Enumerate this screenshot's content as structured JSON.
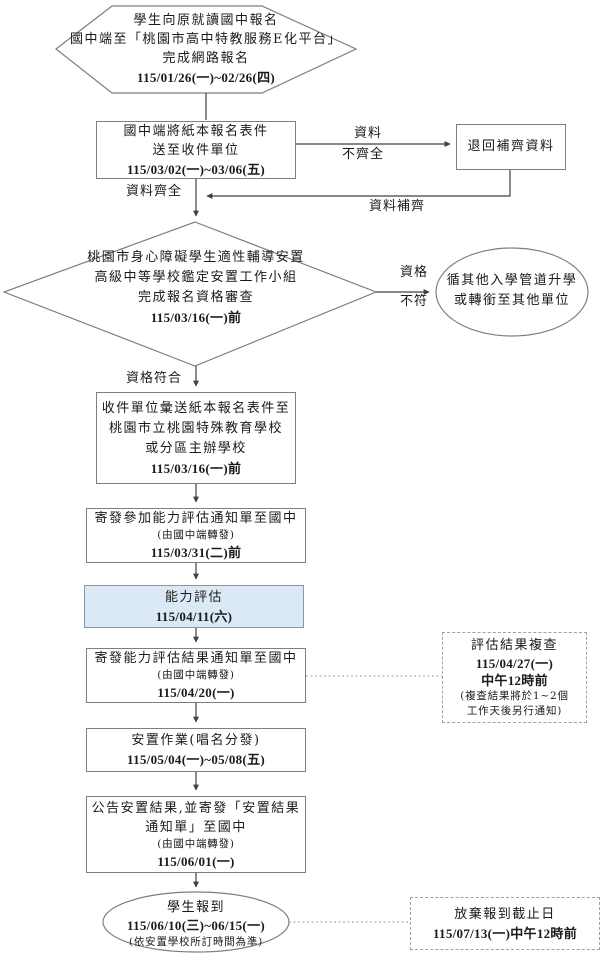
{
  "flow": {
    "register": {
      "line1": "學生向原就讀國中報名",
      "line2": "國中端至「桃園市高中特教服務E化平台」",
      "line3": "完成網路報名",
      "date": "115/01/26(一)~02/26(四)"
    },
    "submit_paper": {
      "line1": "國中端將紙本報名表件",
      "line2": "送至收件單位",
      "date": "115/03/02(一)~03/06(五)"
    },
    "return_docs": {
      "line1": "退回補齊資料"
    },
    "review": {
      "line1": "桃園市身心障礙學生適性輔導安置",
      "line2": "高級中等學校鑑定安置工作小組",
      "line3": "完成報名資格審查",
      "date": "115/03/16(一)前"
    },
    "other_path": {
      "line1": "循其他入學管道升學",
      "line2": "或轉銜至其他單位"
    },
    "forward_docs": {
      "line1": "收件單位彙送紙本報名表件至",
      "line2": "桃園市立桃園特殊教育學校",
      "line3": "或分區主辦學校",
      "date": "115/03/16(一)前"
    },
    "eval_notice": {
      "line1": "寄發參加能力評估通知單至國中",
      "note": "(由國中端轉發)",
      "date": "115/03/31(二)前"
    },
    "ability_eval": {
      "line1": "能力評估",
      "date": "115/04/11(六)"
    },
    "eval_result": {
      "line1": "寄發能力評估結果通知單至國中",
      "note": "(由國中端轉發)",
      "date": "115/04/20(一)"
    },
    "recheck": {
      "line1": "評估結果複查",
      "date1": "115/04/27(一)",
      "date2": "中午12時前",
      "note1": "(複查結果將於1~2個",
      "note2": "工作天後另行通知)"
    },
    "placement": {
      "line1": "安置作業(唱名分發)",
      "date": "115/05/04(一)~05/08(五)"
    },
    "announce": {
      "line1": "公告安置結果,並寄發「安置結果",
      "line2": "通知單」至國中",
      "note": "(由國中端轉發)",
      "date": "115/06/01(一)"
    },
    "checkin": {
      "line1": "學生報到",
      "date": "115/06/10(三)~06/15(一)",
      "note": "(依安置學校所訂時間為準)"
    },
    "giveup": {
      "line1": "放棄報到截止日",
      "date": "115/07/13(一)中午12時前"
    }
  },
  "labels": {
    "data_incomplete_1": "資料",
    "data_incomplete_2": "不齊全",
    "data_complete": "資料齊全",
    "data_fixed": "資料補齊",
    "qualified": "資格符合",
    "not_qualified_1": "資格",
    "not_qualified_2": "不符"
  },
  "colors": {
    "highlight_fill": "#dbe8f6",
    "highlight_border": "#8496b0",
    "line": "#404040",
    "shape_border": "#7f7f7f"
  }
}
